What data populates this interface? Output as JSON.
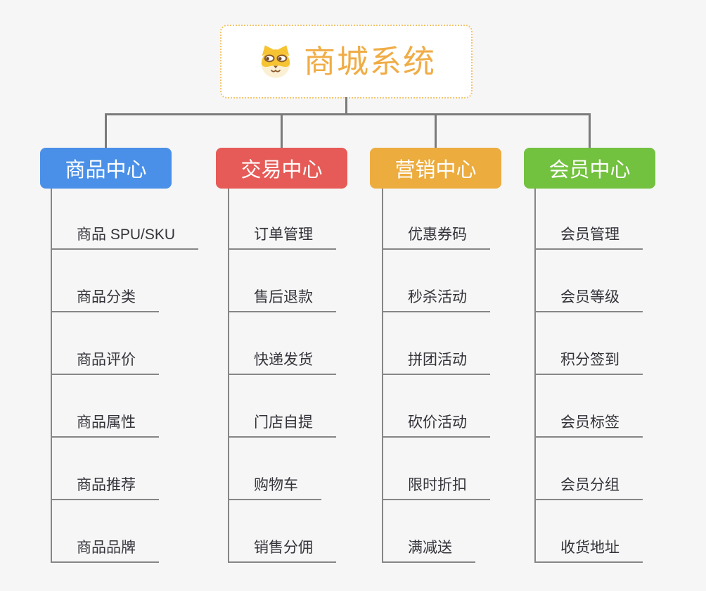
{
  "root": {
    "title": "商城系统",
    "icon": "dog-face-icon"
  },
  "branches": [
    {
      "label": "商品中心",
      "color": "#4A90E8",
      "items": [
        "商品 SPU/SKU",
        "商品分类",
        "商品评价",
        "商品属性",
        "商品推荐",
        "商品品牌"
      ]
    },
    {
      "label": "交易中心",
      "color": "#E65B57",
      "items": [
        "订单管理",
        "售后退款",
        "快递发货",
        "门店自提",
        "购物车",
        "销售分佣"
      ]
    },
    {
      "label": "营销中心",
      "color": "#ECAC3E",
      "items": [
        "优惠券码",
        "秒杀活动",
        "拼团活动",
        "砍价活动",
        "限时折扣",
        "满减送"
      ]
    },
    {
      "label": "会员中心",
      "color": "#72C13F",
      "items": [
        "会员管理",
        "会员等级",
        "积分签到",
        "会员标签",
        "会员分组",
        "收货地址"
      ]
    }
  ],
  "colors": {
    "background": "#F6F6F6",
    "connector": "#7B7B7B",
    "leaf_line": "#868686",
    "leaf_text": "#33333A",
    "root_text": "#F0AC45",
    "root_border": "#F3C46B"
  }
}
